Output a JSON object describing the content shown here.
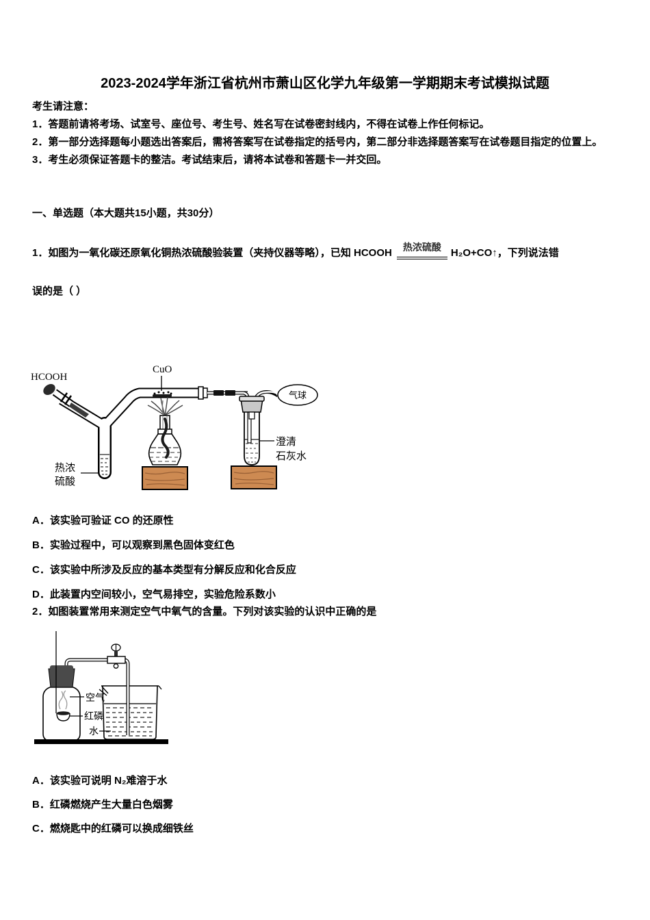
{
  "exam": {
    "title": "2023-2024学年浙江省杭州市萧山区化学九年级第一学期期末考试模拟试题",
    "notice": {
      "heading": "考生请注意：",
      "item1": "1．答题前请将考场、试室号、座位号、考生号、姓名写在试卷密封线内，不得在试卷上作任何标记。",
      "item2": "2．第一部分选择题每小题选出答案后，需将答案写在试卷指定的括号内，第二部分非选择题答案写在试卷题目指定的位置上。",
      "item3": "3．考生必须保证答题卡的整洁。考试结束后，请将本试卷和答题卡一并交回。"
    },
    "section1_heading": "一、单选题（本大题共15小题，共30分）",
    "q1": {
      "stem_before": "1．如图为一氧化碳还原氧化铜热浓硫酸验装置（夹持仪器等略），已知 HCOOH",
      "reaction_condition": "热浓硫酸",
      "stem_after": "H₂O+CO↑，下列说法错",
      "stem_wrap": "误的是（ ）",
      "diagram_labels": {
        "hcooh": "HCOOH",
        "cuo": "CuO",
        "balloon": "气球",
        "acid_line1": "热浓",
        "acid_line2": "硫酸",
        "limewater_line1": "澄清",
        "limewater_line2": "石灰水"
      },
      "options": [
        "A．该实验可验证 CO 的还原性",
        "B．实验过程中，可以观察到黑色固体变红色",
        "C．该实验中所涉及反应的基本类型有分解反应和化合反应",
        "D．此装置内空间较小，空气易排空，实验危险系数小"
      ]
    },
    "q2": {
      "stem": "2．如图装置常用来测定空气中氧气的含量。下列对该实验的认识中正确的是",
      "diagram_labels": {
        "air": "空气",
        "red_phosphorus": "红磷",
        "water": "水"
      },
      "options": [
        "A．该实验可说明 N₂难溶于水",
        "B．红磷燃烧产生大量白色烟雾",
        "C．燃烧匙中的红磷可以换成细铁丝"
      ]
    }
  },
  "colors": {
    "wood": "#cd8a52",
    "wood_grain": "#9a6136",
    "tube_stopper_gray": "#c8c8c8",
    "tube_stopper_rim": "#e2e2e2",
    "bottle_stopper": "#4a4a4a"
  }
}
